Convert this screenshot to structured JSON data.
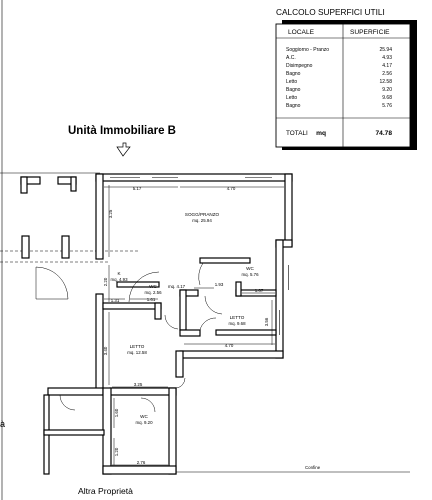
{
  "table": {
    "title": "CALCOLO  SUPERFICI UTILI",
    "col_locale": "LOCALE",
    "col_superficie": "SUPERFICIE",
    "rows": [
      {
        "name": "Soggiorno - Pranzo",
        "value": "25.94"
      },
      {
        "name": "A.C.",
        "value": "4.93"
      },
      {
        "name": "Disimpegno",
        "value": "4.17"
      },
      {
        "name": "Bagno",
        "value": "2.56"
      },
      {
        "name": "Letto",
        "value": "12.58"
      },
      {
        "name": "Bagno",
        "value": "9.20"
      },
      {
        "name": "Letto",
        "value": "9.68"
      },
      {
        "name": "Bagno",
        "value": "5.76"
      }
    ],
    "total_label": "TOTALI",
    "total_unit": "mq",
    "total_value": "74.78"
  },
  "plan": {
    "title": "Unità Immobiliare B",
    "bottom_label": "Altra Proprietà",
    "left_cut_label": "à",
    "confine_label": "Confine",
    "rooms": {
      "soggiorno": {
        "name": "SOGG/PRANZO",
        "area": "mq. 25.94"
      },
      "k": {
        "name": "K",
        "area": "mq. 4.93"
      },
      "wc1": {
        "name": "WC",
        "area": "mq. 2.56"
      },
      "disimpegno": {
        "area": "mq. 4.17"
      },
      "wc2": {
        "name": "WC",
        "area": "mq. 5.76"
      },
      "letto1": {
        "name": "LETTO",
        "area": "mq. 9.68"
      },
      "letto2": {
        "name": "LETTO",
        "area": "mq. 12.58"
      },
      "wc3": {
        "name": "WC",
        "area": "mq. 9.20"
      }
    },
    "dims": {
      "d517": "5.17",
      "d470_top": "4.70",
      "d325_left": "3.25",
      "d220": "2.20",
      "d131": "1.31",
      "d161": "1.61",
      "d193": "1.93",
      "d167": "1.67",
      "d356": "3.56",
      "d470_mid": "4.70",
      "d340": "3.40",
      "d325_bottom": "3.25",
      "d160": "1.60",
      "d276": "2.76",
      "d120": "1.20"
    }
  }
}
